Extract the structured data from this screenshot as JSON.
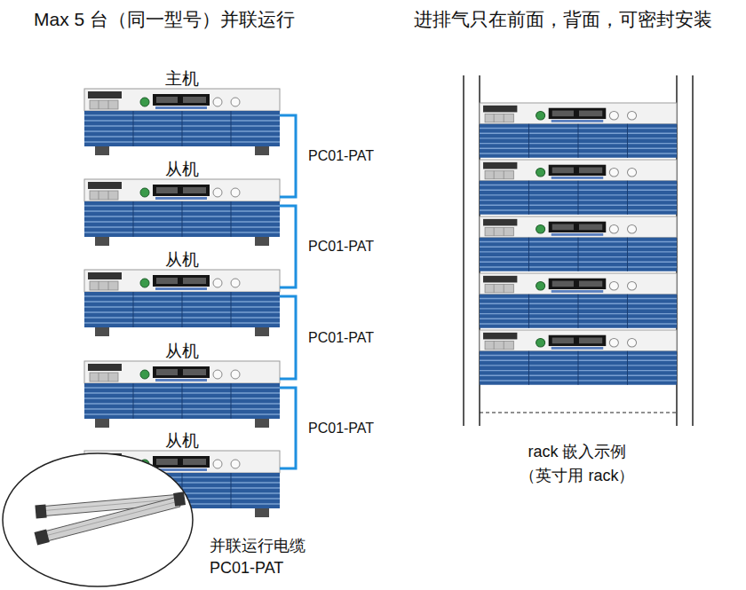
{
  "diagram": {
    "title": "Max 5 台（同一型号）并联运行",
    "nodes": [
      {
        "text": [
          "主机"
        ]
      },
      {
        "text": [
          "从机"
        ]
      },
      {
        "text": [
          "从机"
        ]
      },
      {
        "text": [
          "从机"
        ]
      },
      {
        "text": [
          "从机"
        ]
      }
    ],
    "edges": [
      {
        "from": 0,
        "to": 1,
        "arrow": "none",
        "label": "PC01-PAT"
      },
      {
        "from": 1,
        "to": 2,
        "arrow": "none",
        "label": "PC01-PAT"
      },
      {
        "from": 2,
        "to": 3,
        "arrow": "none",
        "label": "PC01-PAT"
      },
      {
        "from": 3,
        "to": 4,
        "arrow": "none",
        "label": "PC01-PAT"
      }
    ],
    "labels": [
      "进排气只在前面，背面，可密封安装",
      "rack 嵌入示例",
      "（英寸用 rack）",
      "并联运行电缆 PC01-PAT"
    ]
  }
}
